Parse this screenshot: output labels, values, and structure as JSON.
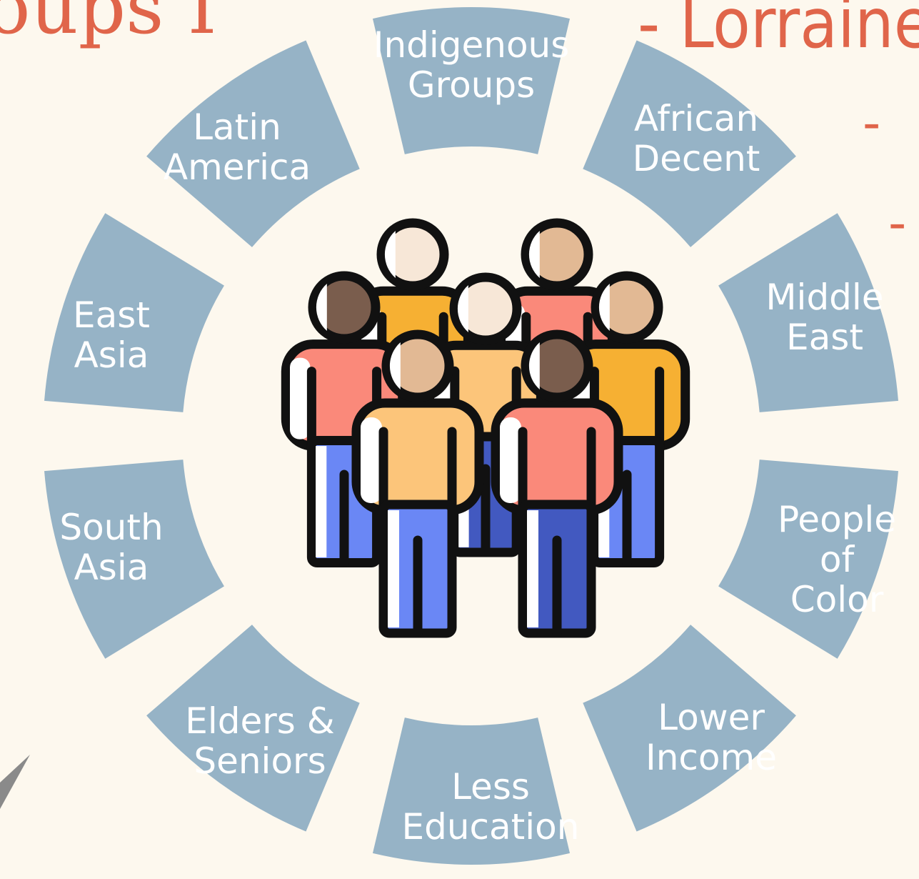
{
  "title": {
    "left_fragment": "oups I",
    "right_fragment": "- Lorraine",
    "dash_1": "-",
    "dash_2": "-",
    "color": "#E0654A"
  },
  "colors": {
    "background": "#FDF8EE",
    "segment_fill": "#96B3C6",
    "segment_text": "#FFFFFF",
    "person_outline": "#111111",
    "shirt_orange": "#F6B033",
    "shirt_salmon": "#FA897A",
    "shirt_light_orange": "#FCC57A",
    "pants_blue": "#6A87F5",
    "pants_dark_blue": "#4259C0",
    "skin_light": "#F7E7D7",
    "skin_tan": "#E2B994",
    "skin_dark": "#7A5D4D",
    "arrow_gray": "#8A8A8A"
  },
  "center_icon": "group-of-people-icon",
  "segments": [
    {
      "lines": [
        "Indigenous",
        "Groups"
      ]
    },
    {
      "lines": [
        "African",
        "Decent"
      ]
    },
    {
      "lines": [
        "Middle",
        "East"
      ]
    },
    {
      "lines": [
        "People",
        "of",
        "Color"
      ]
    },
    {
      "lines": [
        "Lower",
        "Income"
      ]
    },
    {
      "lines": [
        "Less",
        "Education"
      ]
    },
    {
      "lines": [
        "Elders &",
        "Seniors"
      ]
    },
    {
      "lines": [
        "South",
        "Asia"
      ]
    },
    {
      "lines": [
        "East",
        "Asia"
      ]
    },
    {
      "lines": [
        "Latin",
        "America"
      ]
    }
  ]
}
